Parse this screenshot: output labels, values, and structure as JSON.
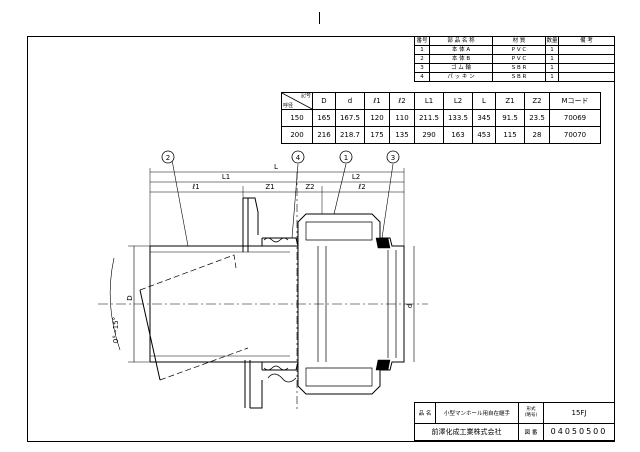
{
  "parts_table": {
    "headers": [
      "番号",
      "部 品 名 称",
      "材 質",
      "数量",
      "備 考"
    ],
    "rows": [
      [
        "1",
        "本 体 A",
        "P V C",
        "1",
        ""
      ],
      [
        "2",
        "本 体 B",
        "P V C",
        "1",
        ""
      ],
      [
        "3",
        "ゴ ム 輪",
        "S B R",
        "1",
        ""
      ],
      [
        "4",
        "パ ッ キ ン",
        "S B R",
        "1",
        ""
      ]
    ]
  },
  "dim_table": {
    "corner_top": "記号",
    "corner_bottom": "呼径",
    "headers": [
      "D",
      "d",
      "ℓ1",
      "ℓ2",
      "L1",
      "L2",
      "L",
      "Z1",
      "Z2",
      "Mコード"
    ],
    "rows": [
      [
        "150",
        "165",
        "167.5",
        "120",
        "110",
        "211.5",
        "133.5",
        "345",
        "91.5",
        "23.5",
        "70069"
      ],
      [
        "200",
        "216",
        "218.7",
        "175",
        "135",
        "290",
        "163",
        "453",
        "115",
        "28",
        "70070"
      ]
    ]
  },
  "drawing": {
    "callouts": [
      "2",
      "4",
      "1",
      "3"
    ],
    "dim_labels": {
      "L": "L",
      "L1": "L1",
      "L2": "L2",
      "l1": "ℓ1",
      "Z1": "Z1",
      "Z2": "Z2",
      "l2": "ℓ2",
      "D": "D",
      "d": "d",
      "angle": "0°~15°"
    }
  },
  "title_block": {
    "name_label": "品 名",
    "name_value": "小型マンホール用自在継手",
    "model_label": "形式\n(略号)",
    "model_value": "15FJ",
    "company": "前澤化成工業株式会社",
    "drawing_no_label": "図 番",
    "drawing_no_value": "04050500"
  }
}
